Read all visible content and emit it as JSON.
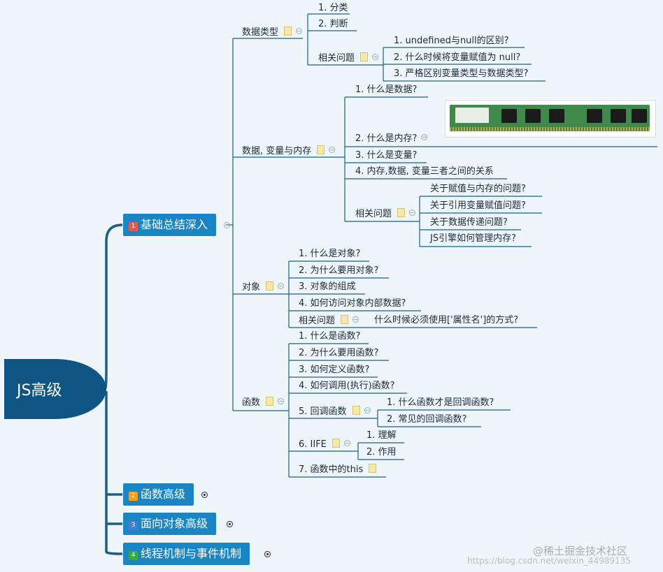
{
  "root": {
    "label": "JS高级"
  },
  "topics": [
    {
      "num": "1",
      "label": "基础总结深入",
      "color": "#e05a4f"
    },
    {
      "num": "2",
      "label": "函数高级",
      "color": "#f0a020"
    },
    {
      "num": "3",
      "label": "面向对象高级",
      "color": "#3b82d6"
    },
    {
      "num": "4",
      "label": "线程机制与事件机制",
      "color": "#3aa845"
    }
  ],
  "data_types": {
    "label": "数据类型",
    "items": [
      "1. 分类",
      "2. 判断"
    ],
    "related": {
      "label": "相关问题",
      "items": [
        "1. undefined与null的区别?",
        "2. 什么时候将变量赋值为 null?",
        "3. 严格区别变量类型与数据类型?"
      ]
    }
  },
  "data_var_mem": {
    "label": "数据, 变量与内存",
    "items": [
      "1. 什么是数据?",
      "2. 什么是内存?",
      "3. 什么是变量?",
      "4. 内存,数据, 变量三者之间的关系"
    ],
    "related": {
      "label": "相关问题",
      "items": [
        "关于赋值与内存的问题?",
        "关于引用变量赋值问题?",
        "关于数据传递问题?",
        "JS引擎如何管理内存?"
      ]
    }
  },
  "objects": {
    "label": "对象",
    "items": [
      "1. 什么是对象?",
      "2. 为什么要用对象?",
      "3. 对象的组成",
      "4. 如何访问对象内部数据?"
    ],
    "related": {
      "label": "相关问题",
      "item": "什么时候必须使用['属性名']的方式?"
    }
  },
  "functions": {
    "label": "函数",
    "items": [
      "1. 什么是函数?",
      "2. 为什么要用函数?",
      "3. 如何定义函数?",
      "4. 如何调用(执行)函数?"
    ],
    "callback": {
      "label": "5. 回调函数",
      "items": [
        "1. 什么函数才是回调函数?",
        "2. 常见的回调函数?"
      ]
    },
    "iife": {
      "label": "6. IIFE",
      "items": [
        "1. 理解",
        "2. 作用"
      ]
    },
    "this_item": "7. 函数中的this"
  },
  "watermark": {
    "site": "@稀土掘金技术社区",
    "url": "https://blog.csdn.net/weixin_44989135"
  },
  "colors": {
    "root": "#0e5584",
    "topic": "#1a85c2",
    "line": "#1f5d86",
    "background": "#eef6fb"
  }
}
